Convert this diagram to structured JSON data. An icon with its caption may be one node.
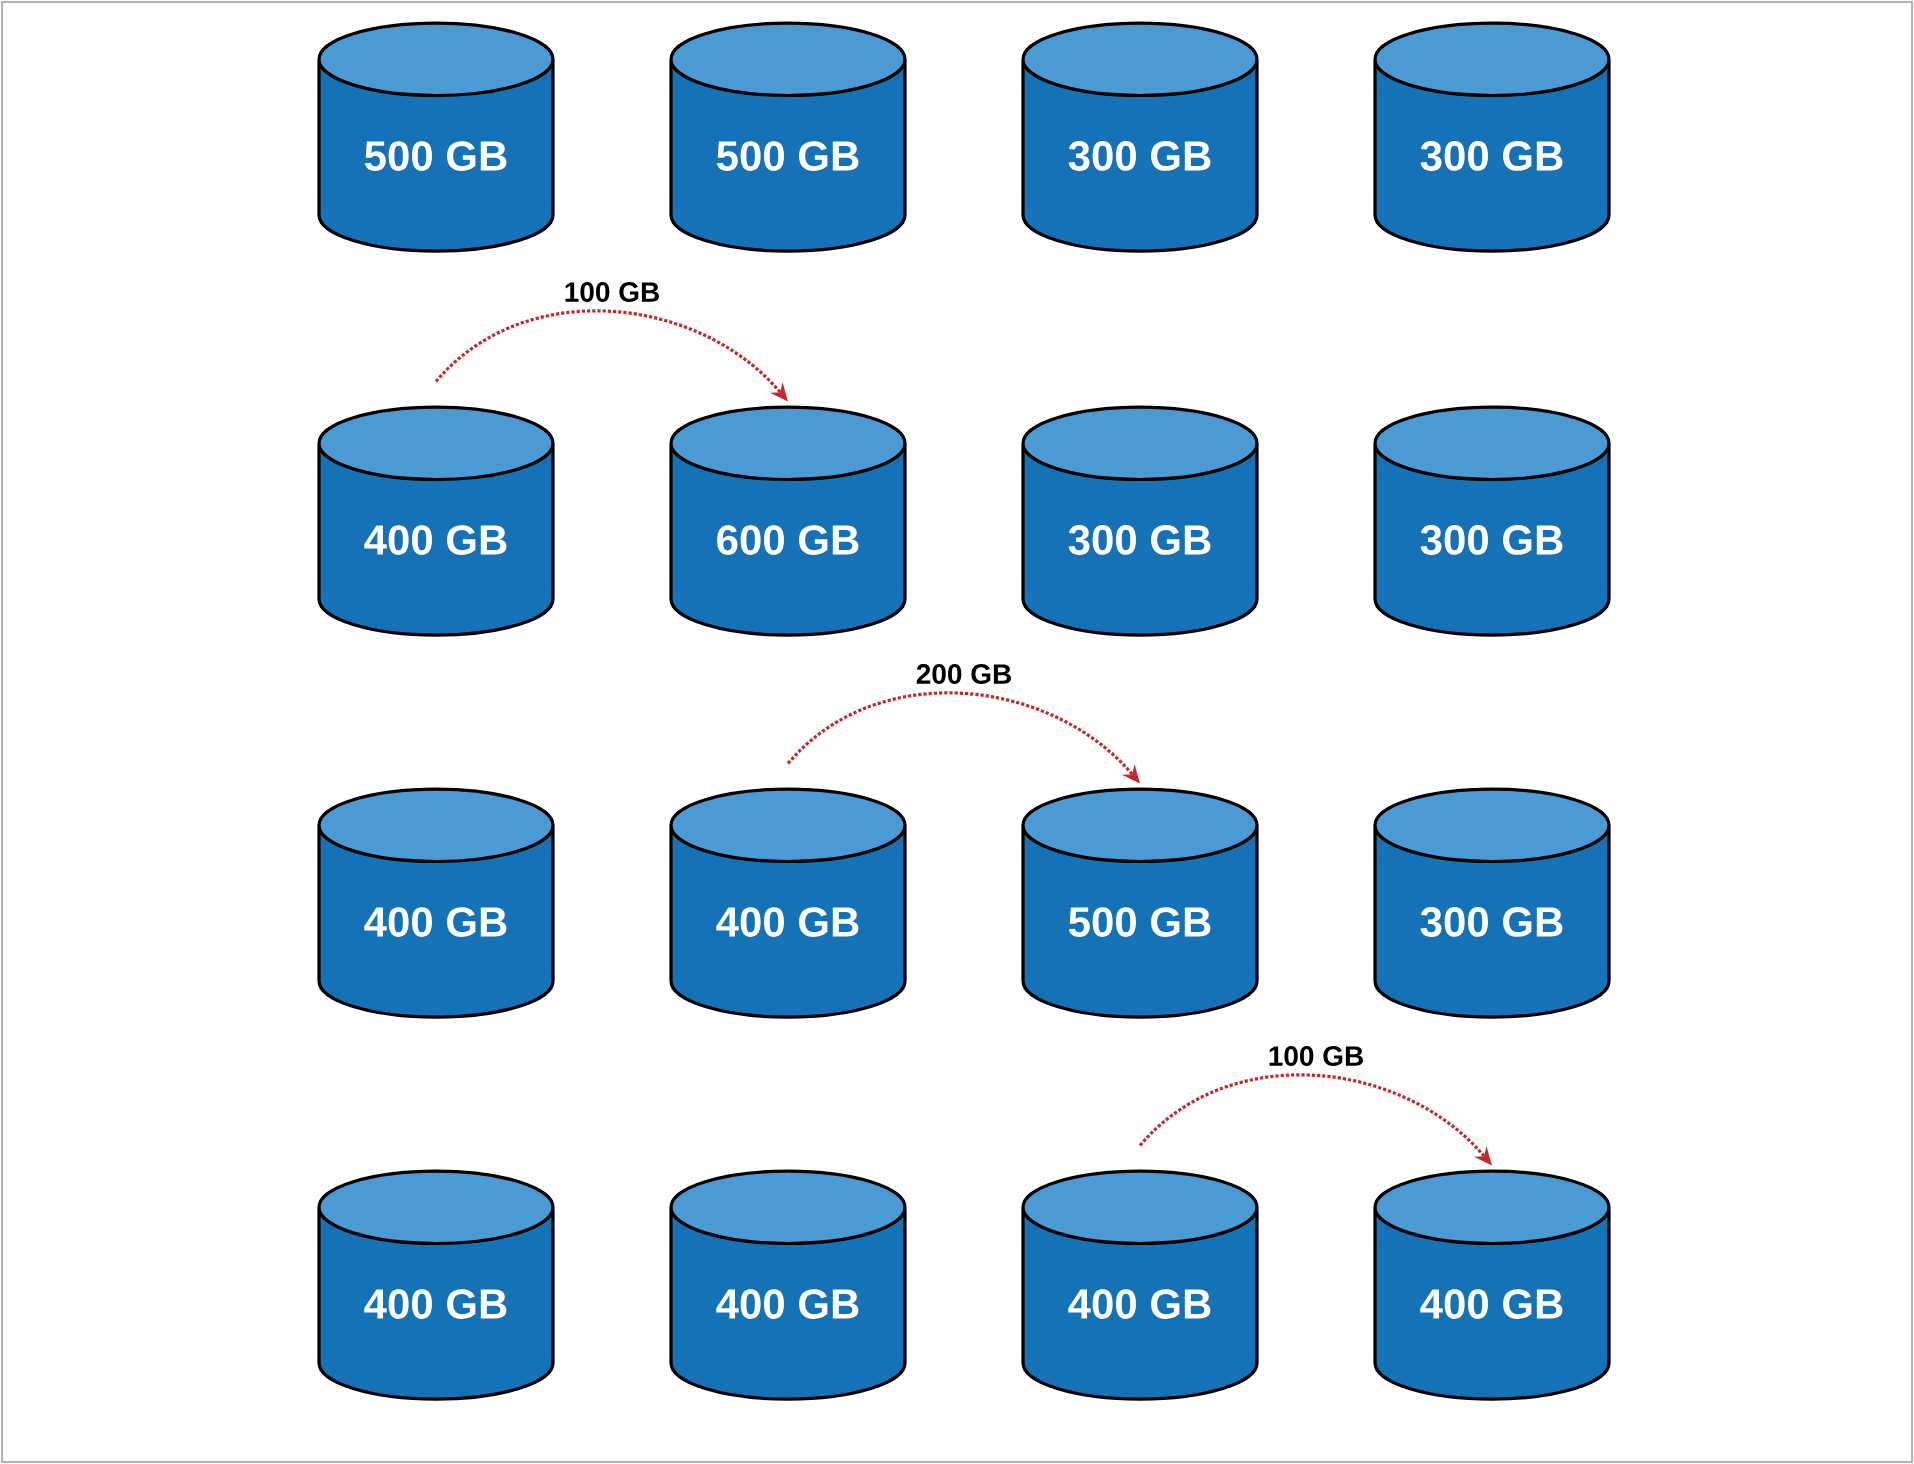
{
  "diagram": {
    "nodes": [
      {
        "text": [
          "500 GB"
        ]
      },
      {
        "text": [
          "500 GB"
        ]
      },
      {
        "text": [
          "300 GB"
        ]
      },
      {
        "text": [
          "300 GB"
        ]
      },
      {
        "text": [
          "400 GB"
        ]
      },
      {
        "text": [
          "600 GB"
        ]
      },
      {
        "text": [
          "300 GB"
        ]
      },
      {
        "text": [
          "300 GB"
        ]
      },
      {
        "text": [
          "400 GB"
        ]
      },
      {
        "text": [
          "400 GB"
        ]
      },
      {
        "text": [
          "500 GB"
        ]
      },
      {
        "text": [
          "300 GB"
        ]
      },
      {
        "text": [
          "400 GB"
        ]
      },
      {
        "text": [
          "400 GB"
        ]
      },
      {
        "text": [
          "400 GB"
        ]
      },
      {
        "text": [
          "400 GB"
        ]
      }
    ],
    "edges": [
      {
        "from": 4,
        "to": 5,
        "arrow": "to",
        "label": "100 GB",
        "style": "dashed",
        "color": "#c8282d"
      },
      {
        "from": 9,
        "to": 10,
        "arrow": "to",
        "label": "200 GB",
        "style": "dashed",
        "color": "#c8282d"
      },
      {
        "from": 14,
        "to": 15,
        "arrow": "to",
        "label": "100 GB",
        "style": "dashed",
        "color": "#c8282d"
      }
    ]
  }
}
